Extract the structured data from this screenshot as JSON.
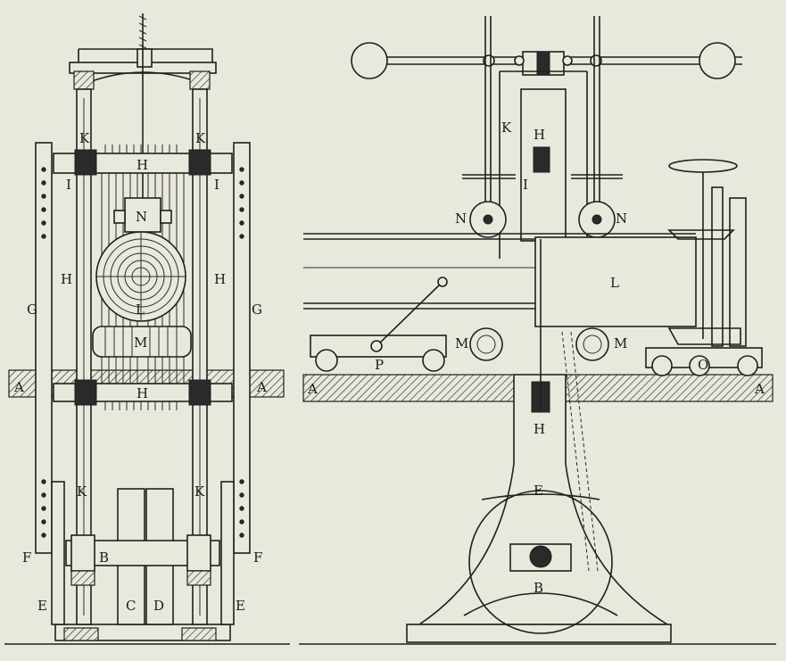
{
  "figure": {
    "background": "#e9e8dc",
    "ink": "#1f1f1f",
    "left_view": {
      "labels": {
        "A_left": "A",
        "A_right": "A",
        "B": "B",
        "C": "C",
        "D": "D",
        "E_left": "E",
        "E_right": "E",
        "F_left": "F",
        "F_right": "F",
        "G_left": "G",
        "G_right": "G",
        "H_top": "H",
        "H_left": "H",
        "H_right": "H",
        "H_bottom": "H",
        "I_left": "I",
        "I_right": "I",
        "K_top_left": "K",
        "K_top_right": "K",
        "K_bottom_left": "K",
        "K_bottom_right": "K",
        "L": "L",
        "M": "M",
        "N": "N"
      }
    },
    "right_view": {
      "labels": {
        "A_left": "A",
        "A_right": "A",
        "B": "B",
        "E": "E",
        "H_top": "H",
        "H_bottom": "H",
        "I": "I",
        "K": "K",
        "L": "L",
        "M_left": "M",
        "M_right": "M",
        "N_left": "N",
        "N_right": "N",
        "O": "O",
        "P": "P"
      }
    }
  }
}
